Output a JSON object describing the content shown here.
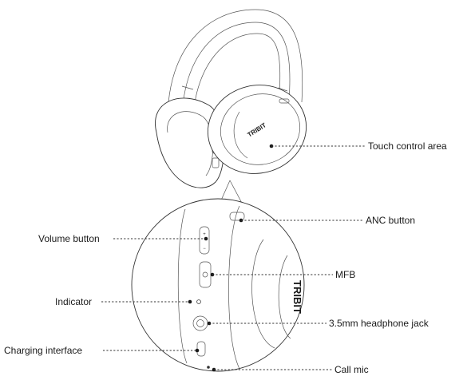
{
  "brand_text": "TRIBIT",
  "callouts": {
    "touch_control_area": "Touch control area",
    "anc_button": "ANC button",
    "volume_button": "Volume button",
    "mfb": "MFB",
    "indicator": "Indicator",
    "headphone_jack": "3.5mm headphone jack",
    "charging_interface": "Charging interface",
    "call_mic": "Call mic"
  }
}
